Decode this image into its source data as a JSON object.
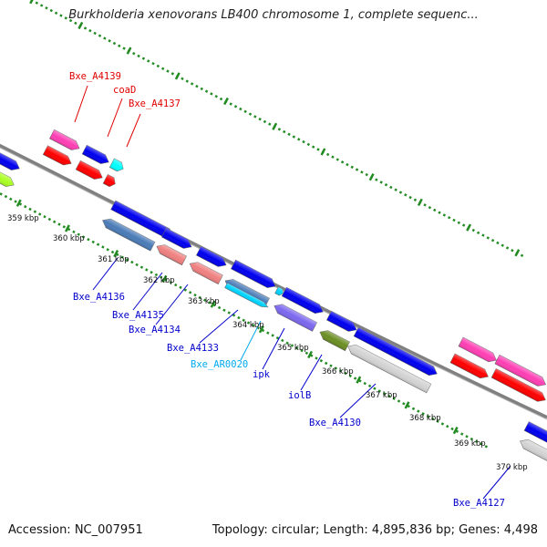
{
  "title": "Burkholderia xenovorans LB400 chromosome 1, complete sequenc...",
  "footer": {
    "accession": "Accession: NC_007951",
    "topology": "Topology: circular; Length: 4,895,836 bp; Genes: 4,498"
  },
  "colors": {
    "backbone": "#858585",
    "tick_dots": "#228b22",
    "label_red": "#e00000",
    "label_blue": "#0000cc",
    "label_cyan": "#00aaee"
  },
  "ticks": [
    "359 kbp",
    "360 kbp",
    "361 kbp",
    "362 kbp",
    "363 kbp",
    "364 kbp",
    "365 kbp",
    "366 kbp",
    "367 kbp",
    "368 kbp",
    "369 kbp",
    "370 kbp"
  ],
  "labels": {
    "Bxe_A4139": "Bxe_A4139",
    "coaD": "coaD",
    "Bxe_A4137": "Bxe_A4137",
    "Bxe_A4136": "Bxe_A4136",
    "Bxe_A4135": "Bxe_A4135",
    "Bxe_A4134": "Bxe_A4134",
    "Bxe_A4133": "Bxe_A4133",
    "Bxe_AR0020": "Bxe_AR0020",
    "ipk": "ipk",
    "iolB": "iolB",
    "Bxe_A4130": "Bxe_A4130",
    "Bxe_A4127": "Bxe_A4127"
  }
}
